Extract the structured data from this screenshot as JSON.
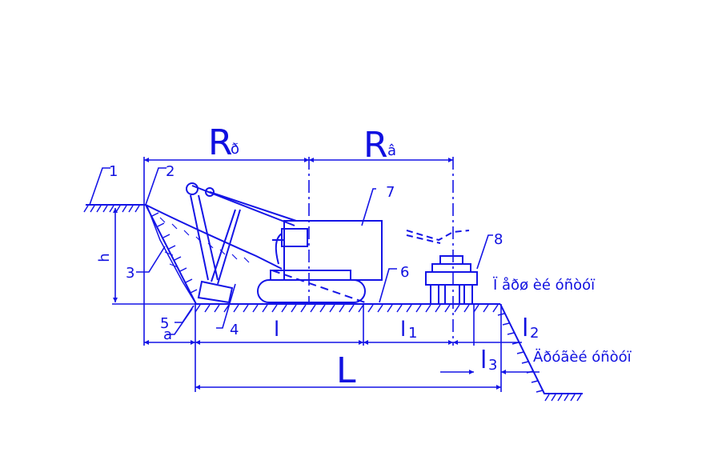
{
  "colors": {
    "line": "#1414e6",
    "background": "#ffffff"
  },
  "labels": {
    "r_upper": {
      "base": "R",
      "sub": "ð"
    },
    "r_lower": {
      "base": "R",
      "sub": "â"
    },
    "h": "h",
    "a": "a",
    "l": "l",
    "l1": {
      "base": "l",
      "sub": "1"
    },
    "l2": {
      "base": "l",
      "sub": "2"
    },
    "l3": {
      "base": "l",
      "sub": "3"
    },
    "L": "L",
    "upper_level": "Ï åðø èé óñòóï",
    "lower_level": "Äðóãèé óñòóï"
  },
  "callouts": [
    "1",
    "2",
    "3",
    "4",
    "5",
    "6",
    "7",
    "8"
  ]
}
